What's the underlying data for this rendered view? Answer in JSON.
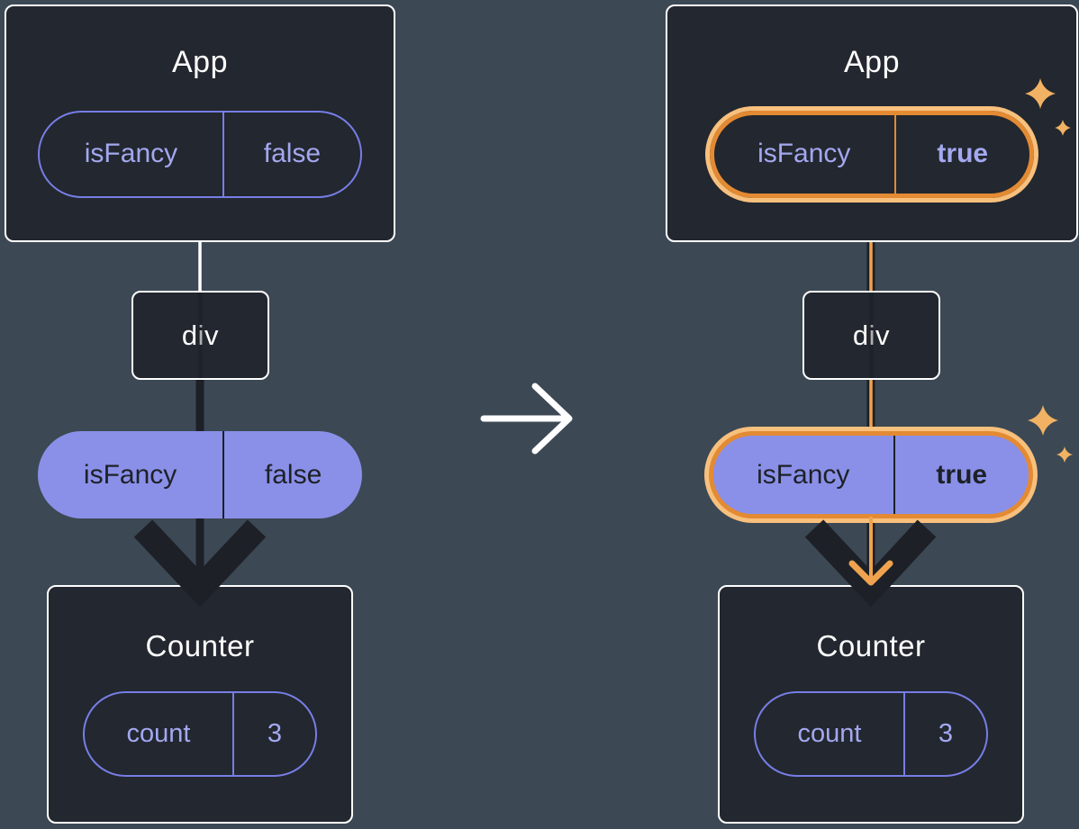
{
  "page": {
    "background": "#3c4854"
  },
  "colors": {
    "bg": "#3c4854",
    "box_fill": "#23272f",
    "box_border": "#ffffff",
    "purple_border": "#767ee6",
    "purple_text": "#a3a8f0",
    "purple_fill": "#8a90e8",
    "dark": "#1d2127",
    "orange": "#e38a33",
    "orange_light": "#f7c07d",
    "orange_line": "#f0a24e",
    "white": "#ffffff"
  },
  "icons": {
    "transition_arrow": "right-arrow",
    "sparkle": "four-point-star"
  },
  "before": {
    "app": {
      "title": "App",
      "prop_name": "isFancy",
      "prop_value": "false"
    },
    "div_label": "div",
    "passed": {
      "name": "isFancy",
      "value": "false"
    },
    "counter": {
      "title": "Counter",
      "state_name": "count",
      "state_value": "3"
    }
  },
  "after": {
    "app": {
      "title": "App",
      "prop_name": "isFancy",
      "prop_value": "true"
    },
    "div_label": "div",
    "passed": {
      "name": "isFancy",
      "value": "true"
    },
    "counter": {
      "title": "Counter",
      "state_name": "count",
      "state_value": "3"
    }
  }
}
